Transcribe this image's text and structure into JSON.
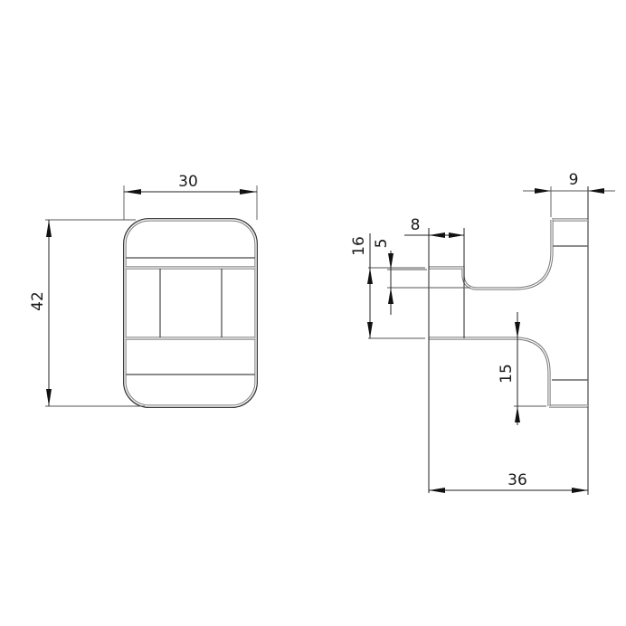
{
  "drawing": {
    "type": "technical-drawing",
    "subject": "double robe hook",
    "line_color": "#333333",
    "background": "#ffffff",
    "views": [
      {
        "name": "front-view",
        "dimensions": {
          "width": {
            "label": "30"
          },
          "height": {
            "label": "42"
          }
        }
      },
      {
        "name": "side-view",
        "dimensions": {
          "top_wall_depth": {
            "label": "9"
          },
          "hook_tip_width": {
            "label": "8"
          },
          "hook_tip_height": {
            "label": "16"
          },
          "hook_lip": {
            "label": "5"
          },
          "lower_hook_drop": {
            "label": "15"
          },
          "total_depth": {
            "label": "36"
          }
        }
      }
    ]
  }
}
